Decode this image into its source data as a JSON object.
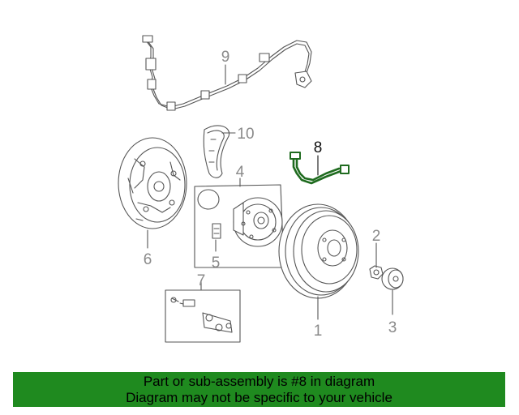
{
  "diagram": {
    "highlight_color": "#1f6b1f",
    "callouts": {
      "c1": "1",
      "c2": "2",
      "c3": "3",
      "c4": "4",
      "c5": "5",
      "c6": "6",
      "c7": "7",
      "c8": "8",
      "c9": "9",
      "c10": "10"
    }
  },
  "banner": {
    "line1": "Part or sub-assembly is #8 in diagram",
    "line2": "Diagram may not be specific to your vehicle",
    "background": "#1f8a1f"
  }
}
